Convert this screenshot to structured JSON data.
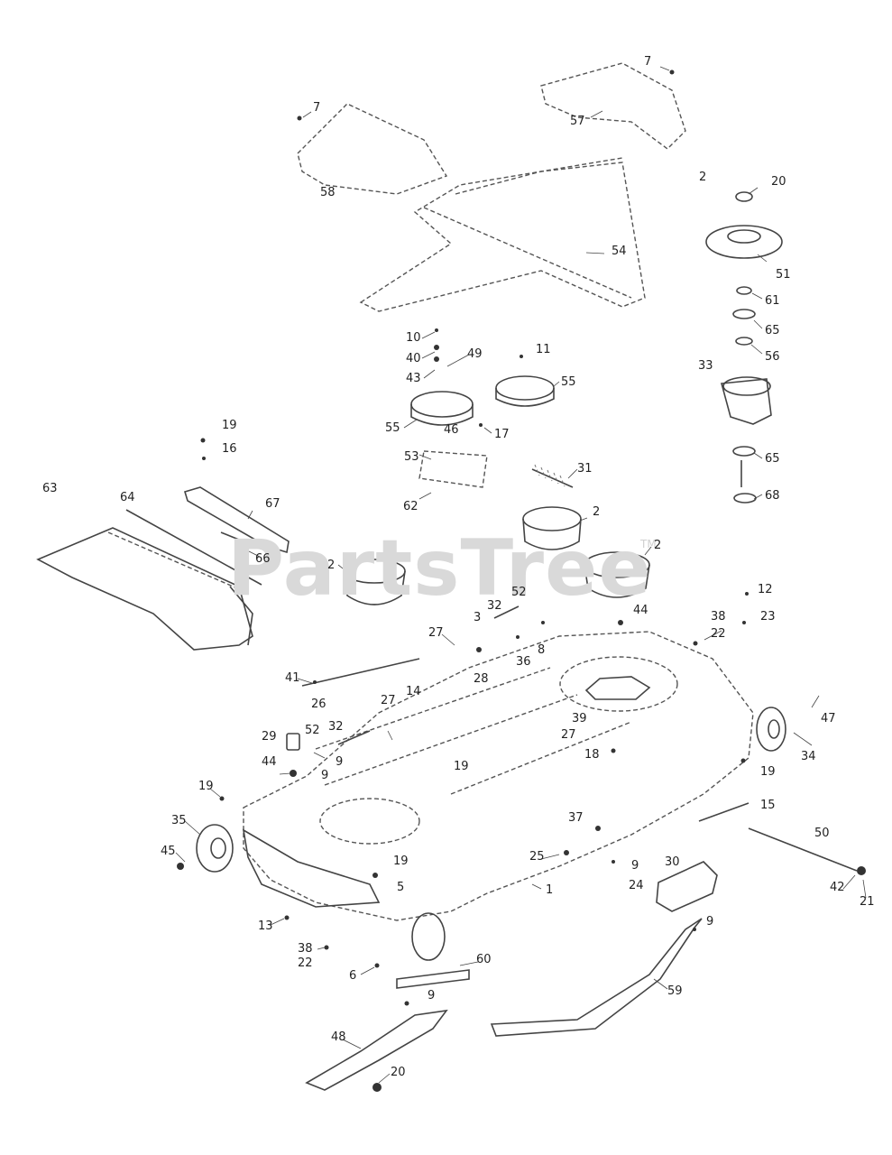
{
  "watermark": {
    "text": "PartsTree",
    "mark": "TM"
  },
  "callouts": [
    {
      "id": "c7a",
      "text": "7"
    },
    {
      "id": "c57",
      "text": "57"
    },
    {
      "id": "c7b",
      "text": "7"
    },
    {
      "id": "c58",
      "text": "58"
    },
    {
      "id": "c2a",
      "text": "2"
    },
    {
      "id": "c20a",
      "text": "20"
    },
    {
      "id": "c51",
      "text": "51"
    },
    {
      "id": "c54a",
      "text": "54"
    },
    {
      "id": "c61",
      "text": "61"
    },
    {
      "id": "c65a",
      "text": "65"
    },
    {
      "id": "c56",
      "text": "56"
    },
    {
      "id": "c33",
      "text": "33"
    },
    {
      "id": "c10",
      "text": "10"
    },
    {
      "id": "c40",
      "text": "40"
    },
    {
      "id": "c49",
      "text": "49"
    },
    {
      "id": "c43",
      "text": "43"
    },
    {
      "id": "c11",
      "text": "11"
    },
    {
      "id": "c55a",
      "text": "55"
    },
    {
      "id": "c55b",
      "text": "55"
    },
    {
      "id": "c46",
      "text": "46"
    },
    {
      "id": "c17",
      "text": "17"
    },
    {
      "id": "c65b",
      "text": "65"
    },
    {
      "id": "c19a",
      "text": "19"
    },
    {
      "id": "c16a",
      "text": "16"
    },
    {
      "id": "c53",
      "text": "53"
    },
    {
      "id": "c31",
      "text": "31"
    },
    {
      "id": "c68",
      "text": "68"
    },
    {
      "id": "c63",
      "text": "63"
    },
    {
      "id": "c64",
      "text": "64"
    },
    {
      "id": "c67",
      "text": "67"
    },
    {
      "id": "c62",
      "text": "62"
    },
    {
      "id": "c2b",
      "text": "2"
    },
    {
      "id": "c66",
      "text": "66"
    },
    {
      "id": "c2c",
      "text": "2"
    },
    {
      "id": "c2d",
      "text": "2"
    },
    {
      "id": "c12",
      "text": "12"
    },
    {
      "id": "c52a",
      "text": "52"
    },
    {
      "id": "c32a",
      "text": "32"
    },
    {
      "id": "c44a",
      "text": "44"
    },
    {
      "id": "c38a",
      "text": "38"
    },
    {
      "id": "c23",
      "text": "23"
    },
    {
      "id": "c3",
      "text": "3"
    },
    {
      "id": "c22a",
      "text": "22"
    },
    {
      "id": "c27a",
      "text": "27"
    },
    {
      "id": "c8",
      "text": "8"
    },
    {
      "id": "c36",
      "text": "36"
    },
    {
      "id": "c28",
      "text": "28"
    },
    {
      "id": "c41",
      "text": "41"
    },
    {
      "id": "c14",
      "text": "14"
    },
    {
      "id": "c26",
      "text": "26"
    },
    {
      "id": "c27b",
      "text": "27"
    },
    {
      "id": "c47",
      "text": "47"
    },
    {
      "id": "c39",
      "text": "39"
    },
    {
      "id": "c29",
      "text": "29"
    },
    {
      "id": "c52b",
      "text": "52"
    },
    {
      "id": "c32b",
      "text": "32"
    },
    {
      "id": "c27c",
      "text": "27"
    },
    {
      "id": "c18",
      "text": "18"
    },
    {
      "id": "c34",
      "text": "34"
    },
    {
      "id": "c9a",
      "text": "9"
    },
    {
      "id": "c44b",
      "text": "44"
    },
    {
      "id": "c19b",
      "text": "19"
    },
    {
      "id": "c9b",
      "text": "9"
    },
    {
      "id": "c19c",
      "text": "19"
    },
    {
      "id": "c19d",
      "text": "19"
    },
    {
      "id": "c15",
      "text": "15"
    },
    {
      "id": "c35",
      "text": "35"
    },
    {
      "id": "c37",
      "text": "37"
    },
    {
      "id": "c50",
      "text": "50"
    },
    {
      "id": "c45",
      "text": "45"
    },
    {
      "id": "c19e",
      "text": "19"
    },
    {
      "id": "c25",
      "text": "25"
    },
    {
      "id": "c9c",
      "text": "9"
    },
    {
      "id": "c30",
      "text": "30"
    },
    {
      "id": "c5",
      "text": "5"
    },
    {
      "id": "c24",
      "text": "24"
    },
    {
      "id": "c1",
      "text": "1"
    },
    {
      "id": "c42",
      "text": "42"
    },
    {
      "id": "c21",
      "text": "21"
    },
    {
      "id": "c13",
      "text": "13"
    },
    {
      "id": "c9d",
      "text": "9"
    },
    {
      "id": "c38b",
      "text": "38"
    },
    {
      "id": "c22b",
      "text": "22"
    },
    {
      "id": "c60",
      "text": "60"
    },
    {
      "id": "c6",
      "text": "6"
    },
    {
      "id": "c59",
      "text": "59"
    },
    {
      "id": "c9e",
      "text": "9"
    },
    {
      "id": "c48",
      "text": "48"
    },
    {
      "id": "c20b",
      "text": "20"
    }
  ]
}
